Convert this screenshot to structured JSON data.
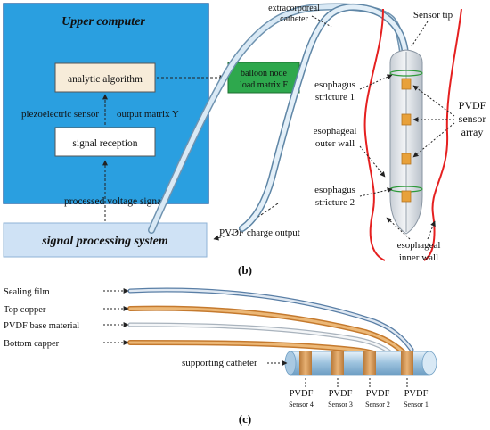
{
  "colors": {
    "upper_bg": "#2a9fe0",
    "upper_border": "#2f6fae",
    "algo_box": "#f7ecd9",
    "green_box": "#2ea84d",
    "sps_bg": "#cfe2f5",
    "red": "#e52020",
    "copper": "#d89a55",
    "catheter": "#b9d6ea"
  },
  "upper_computer": {
    "title": "Upper computer",
    "analytic": "analytic algorithm",
    "matrix_label_left": "piezoelectric sensor",
    "matrix_label_right": "output matrix Y",
    "reception": "signal reception"
  },
  "balloon_box": {
    "line1": "balloon node",
    "line2": "load matrix F"
  },
  "processed_label": "processed   voltage signal",
  "signal_processing": "signal processing system",
  "pvdf_charge": "PVDF charge output",
  "esophagus": {
    "extracorporeal_1": "extracorporeal",
    "extracorporeal_2": "catheter",
    "sensor_tip": "Sensor tip",
    "stricture1_a": "esophagus",
    "stricture1_b": "stricture 1",
    "outer_a": "esophageal",
    "outer_b": "outer wall",
    "stricture2_a": "esophagus",
    "stricture2_b": "stricture 2",
    "inner_a": "esophageal",
    "inner_b": "inner wall",
    "pvdf_a": "PVDF",
    "pvdf_b": "sensor",
    "pvdf_c": "array"
  },
  "label_b": "(b)",
  "layers": {
    "sealing": "Sealing      film",
    "top": "Top           copper",
    "base": "PVDF base material",
    "bottom": "Bottom       capper"
  },
  "supporting": "supporting   catheter",
  "sensors": [
    {
      "name": "PVDF",
      "sub": "Sensor 4"
    },
    {
      "name": "PVDF",
      "sub": "Sensor 3"
    },
    {
      "name": "PVDF",
      "sub": "Sensor 2"
    },
    {
      "name": "PVDF",
      "sub": "Sensor 1"
    }
  ],
  "label_c": "(c)"
}
